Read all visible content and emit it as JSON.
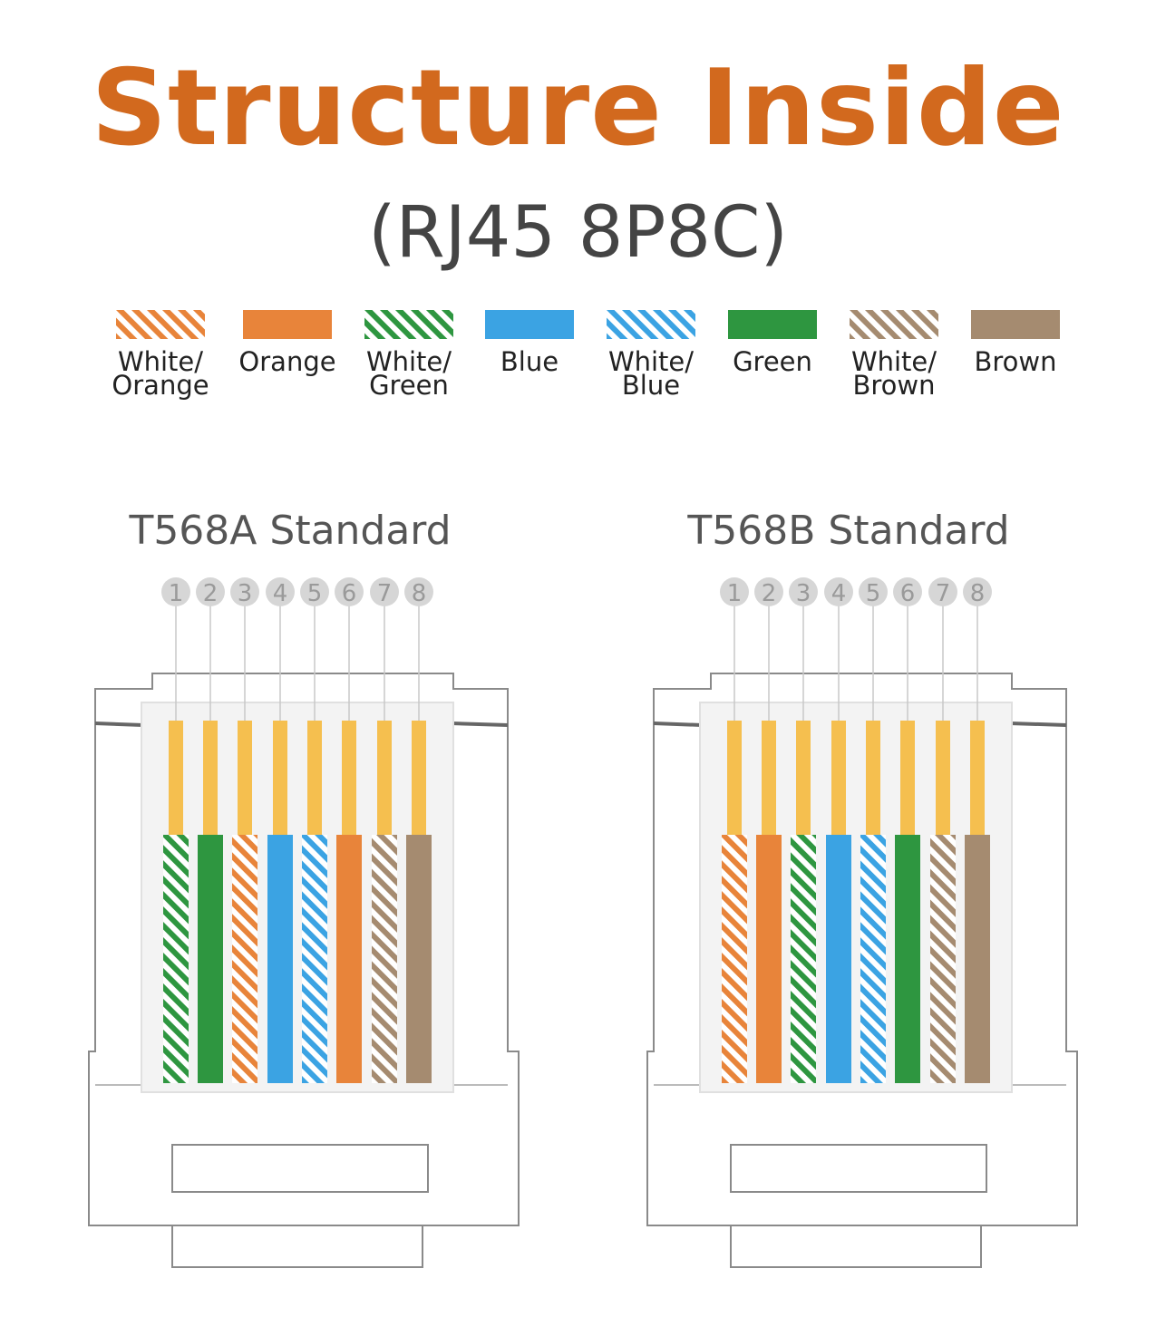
{
  "title": "Structure Inside",
  "subtitle": "(RJ45 8P8C)",
  "legend": [
    {
      "label": "White/\nOrange",
      "color": "#e8843a",
      "striped": true
    },
    {
      "label": "Orange",
      "color": "#e8843a",
      "striped": false
    },
    {
      "label": "White/\nGreen",
      "color": "#2e9640",
      "striped": true
    },
    {
      "label": "Blue",
      "color": "#3ba3e3",
      "striped": false
    },
    {
      "label": "White/\nBlue",
      "color": "#3ba3e3",
      "striped": true
    },
    {
      "label": "Green",
      "color": "#2e9640",
      "striped": false
    },
    {
      "label": "White/\nBrown",
      "color": "#a58b70",
      "striped": true
    },
    {
      "label": "Brown",
      "color": "#a58b70",
      "striped": false
    }
  ],
  "standards": [
    {
      "title": "T568A Standard",
      "pins": [
        "1",
        "2",
        "3",
        "4",
        "5",
        "6",
        "7",
        "8"
      ],
      "wires": [
        {
          "color": "#2e9640",
          "striped": true
        },
        {
          "color": "#2e9640",
          "striped": false
        },
        {
          "color": "#e8843a",
          "striped": true
        },
        {
          "color": "#3ba3e3",
          "striped": false
        },
        {
          "color": "#3ba3e3",
          "striped": true
        },
        {
          "color": "#e8843a",
          "striped": false
        },
        {
          "color": "#a58b70",
          "striped": true
        },
        {
          "color": "#a58b70",
          "striped": false
        }
      ]
    },
    {
      "title": "T568B Standard",
      "pins": [
        "1",
        "2",
        "3",
        "4",
        "5",
        "6",
        "7",
        "8"
      ],
      "wires": [
        {
          "color": "#e8843a",
          "striped": true
        },
        {
          "color": "#e8843a",
          "striped": false
        },
        {
          "color": "#2e9640",
          "striped": true
        },
        {
          "color": "#3ba3e3",
          "striped": false
        },
        {
          "color": "#3ba3e3",
          "striped": true
        },
        {
          "color": "#2e9640",
          "striped": false
        },
        {
          "color": "#a58b70",
          "striped": true
        },
        {
          "color": "#a58b70",
          "striped": false
        }
      ]
    }
  ],
  "colors": {
    "title": "#d2691e",
    "contact": "#f5bf4f",
    "pin_circle": "#d6d6d6",
    "outline": "#8a8a8a"
  }
}
